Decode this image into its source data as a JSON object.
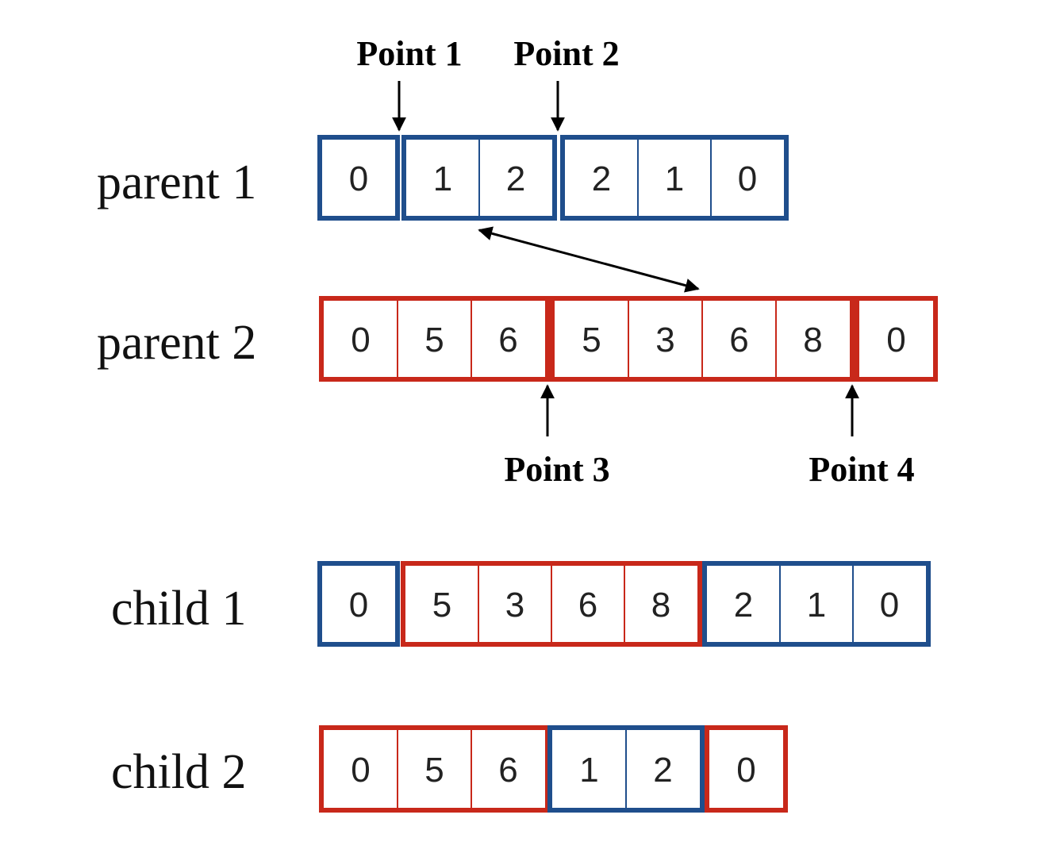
{
  "colors": {
    "parent1": "#1f4e8c",
    "parent2": "#c8281a",
    "arrow": "#000000",
    "text": "#222222"
  },
  "rows": [
    {
      "label": "parent 1",
      "segments": [
        {
          "color": "parent1",
          "values": [
            "0"
          ]
        },
        {
          "color": "parent1",
          "values": [
            "1",
            "2"
          ]
        },
        {
          "color": "parent1",
          "values": [
            "2",
            "1",
            "0"
          ]
        }
      ]
    },
    {
      "label": "parent 2",
      "segments": [
        {
          "color": "parent2",
          "values": [
            "0",
            "5",
            "6"
          ]
        },
        {
          "color": "parent2",
          "values": [
            "5",
            "3",
            "6",
            "8"
          ]
        },
        {
          "color": "parent2",
          "values": [
            "0"
          ]
        }
      ]
    },
    {
      "label": "child 1",
      "segments": [
        {
          "color": "parent1",
          "values": [
            "0"
          ]
        },
        {
          "color": "parent2",
          "values": [
            "5",
            "3",
            "6",
            "8"
          ]
        },
        {
          "color": "parent1",
          "values": [
            "2",
            "1",
            "0"
          ]
        }
      ]
    },
    {
      "label": "child 2",
      "segments": [
        {
          "color": "parent2",
          "values": [
            "0",
            "5",
            "6"
          ]
        },
        {
          "color": "parent1",
          "values": [
            "1",
            "2"
          ]
        },
        {
          "color": "parent2",
          "values": [
            "0"
          ]
        }
      ]
    }
  ],
  "points": [
    "Point 1",
    "Point 2",
    "Point 3",
    "Point 4"
  ]
}
